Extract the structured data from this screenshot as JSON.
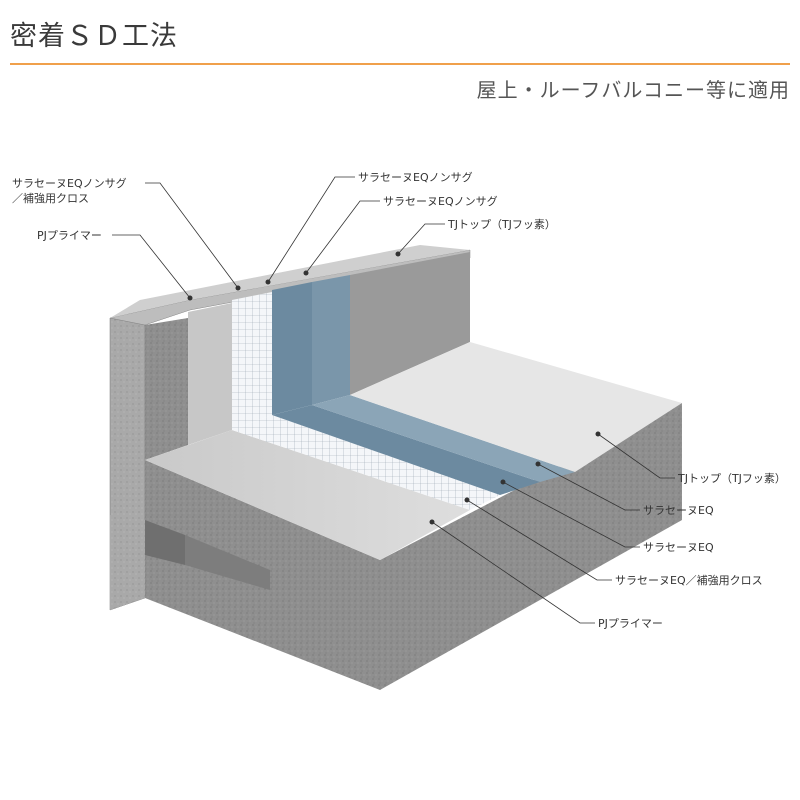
{
  "header": {
    "title": "密着ＳＤ工法",
    "subtitle": "屋上・ルーフバルコニー等に適用",
    "accent_color": "#f0a04b"
  },
  "diagram": {
    "labels": {
      "left_top": "サラセーヌEQノンサグ",
      "left_top_2": "／補強用クロス",
      "left_primer": "PJプライマー",
      "top_1": "サラセーヌEQノンサグ",
      "top_2": "サラセーヌEQノンサグ",
      "top_3": "TJトップ（TJフッ素）",
      "right_1": "TJトップ（TJフッ素）",
      "right_2": "サラセーヌEQ",
      "right_3": "サラセーヌEQ",
      "right_4": "サラセーヌEQ／補強用クロス",
      "right_5": "PJプライマー"
    },
    "colors": {
      "concrete_dark": "#8c8c8c",
      "concrete_light": "#c8c8c8",
      "primer": "#b5b5b5",
      "mesh": "#f3f5f8",
      "layer_blue": "#6c8aa0",
      "layer_blue_light": "#8ba5b7",
      "topcoat": "#e4e4e4"
    }
  }
}
